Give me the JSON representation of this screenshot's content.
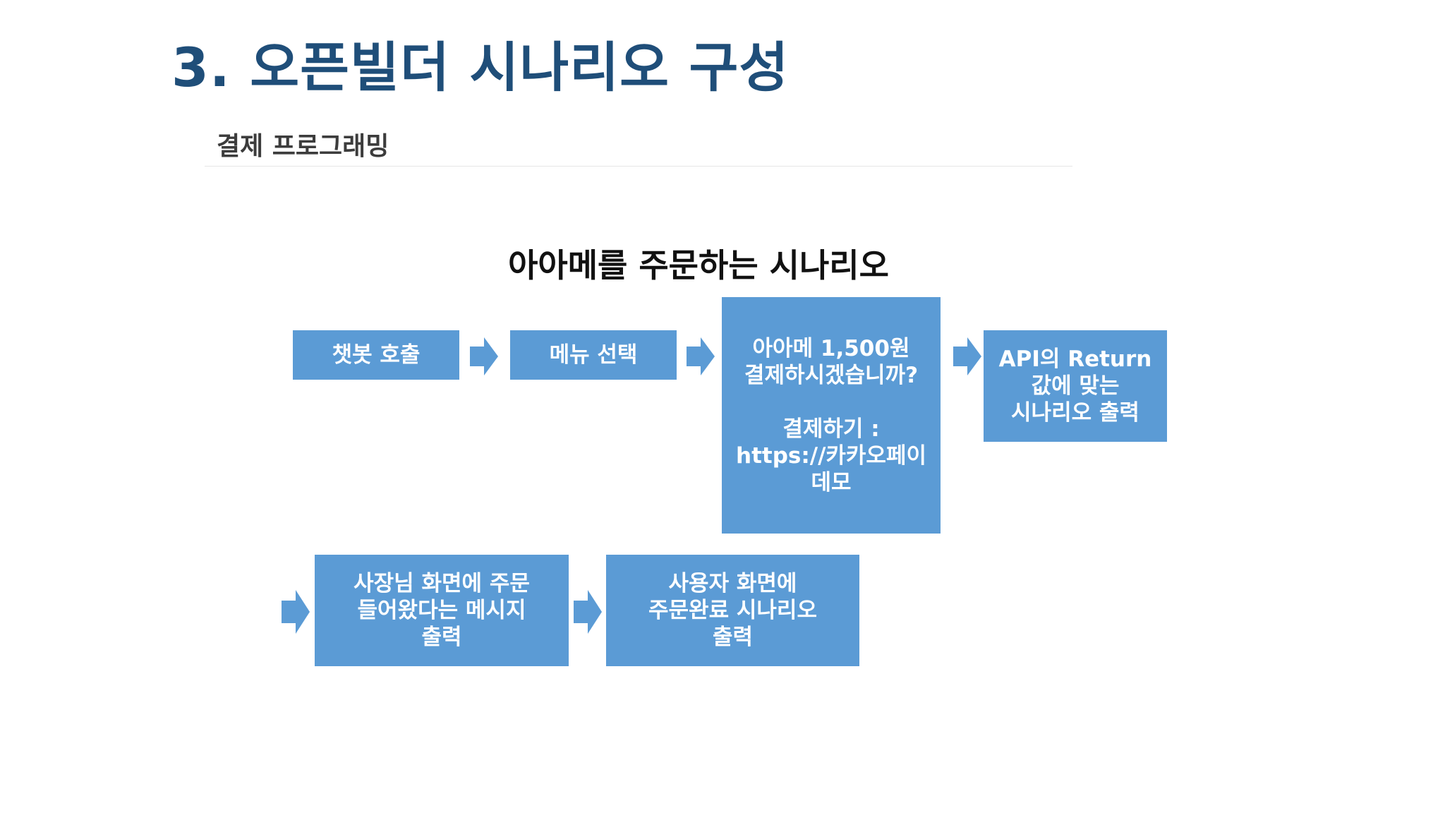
{
  "slide": {
    "title": "3. 오픈빌더 시나리오 구성",
    "section": "결제 프로그래밍"
  },
  "diagram": {
    "title": "아아메를 주문하는 시나리오",
    "box_color": "#5b9bd5",
    "arrow_color": "#5b9bd5",
    "steps": [
      {
        "lines": [
          "챗봇 호출"
        ]
      },
      {
        "lines": [
          "메뉴 선택"
        ]
      },
      {
        "lines": [
          "아아메 1,500원",
          "결제하시겠습니까?"
        ],
        "lines2": [
          "결제하기 :",
          "https://카카오페이",
          "데모"
        ]
      },
      {
        "lines": [
          "API의 Return",
          "값에 맞는",
          "시나리오 출력"
        ]
      },
      {
        "lines": [
          "사장님 화면에 주문",
          "들어왔다는 메시지",
          "출력"
        ]
      },
      {
        "lines": [
          "사용자 화면에",
          "주문완료 시나리오",
          "출력"
        ]
      }
    ]
  }
}
